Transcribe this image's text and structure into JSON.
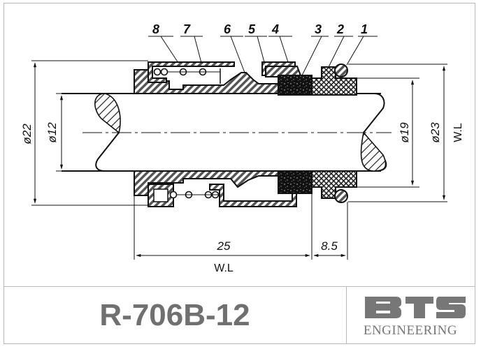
{
  "drawing": {
    "callouts": [
      "8",
      "7",
      "6",
      "5",
      "4",
      "3",
      "2",
      "1"
    ],
    "dimensions": {
      "shaft_diameter": "ø12",
      "outer_diameter_left": "ø22",
      "seat_inner_diameter": "ø19",
      "seat_outer_diameter": "ø23",
      "working_length_side": "W.L",
      "length_rotary": "25",
      "length_seat": "8.5",
      "working_length_bottom": "W.L"
    }
  },
  "title_block": {
    "part_number": "R-706B-12",
    "logo_text": "BTS",
    "logo_subtitle": "ENGINEERING"
  },
  "colors": {
    "line": "#111111",
    "hatch_fill": "#6a6a6a",
    "frame": "#b8b8b8",
    "title_text": "#707070",
    "logo": "#777777"
  }
}
